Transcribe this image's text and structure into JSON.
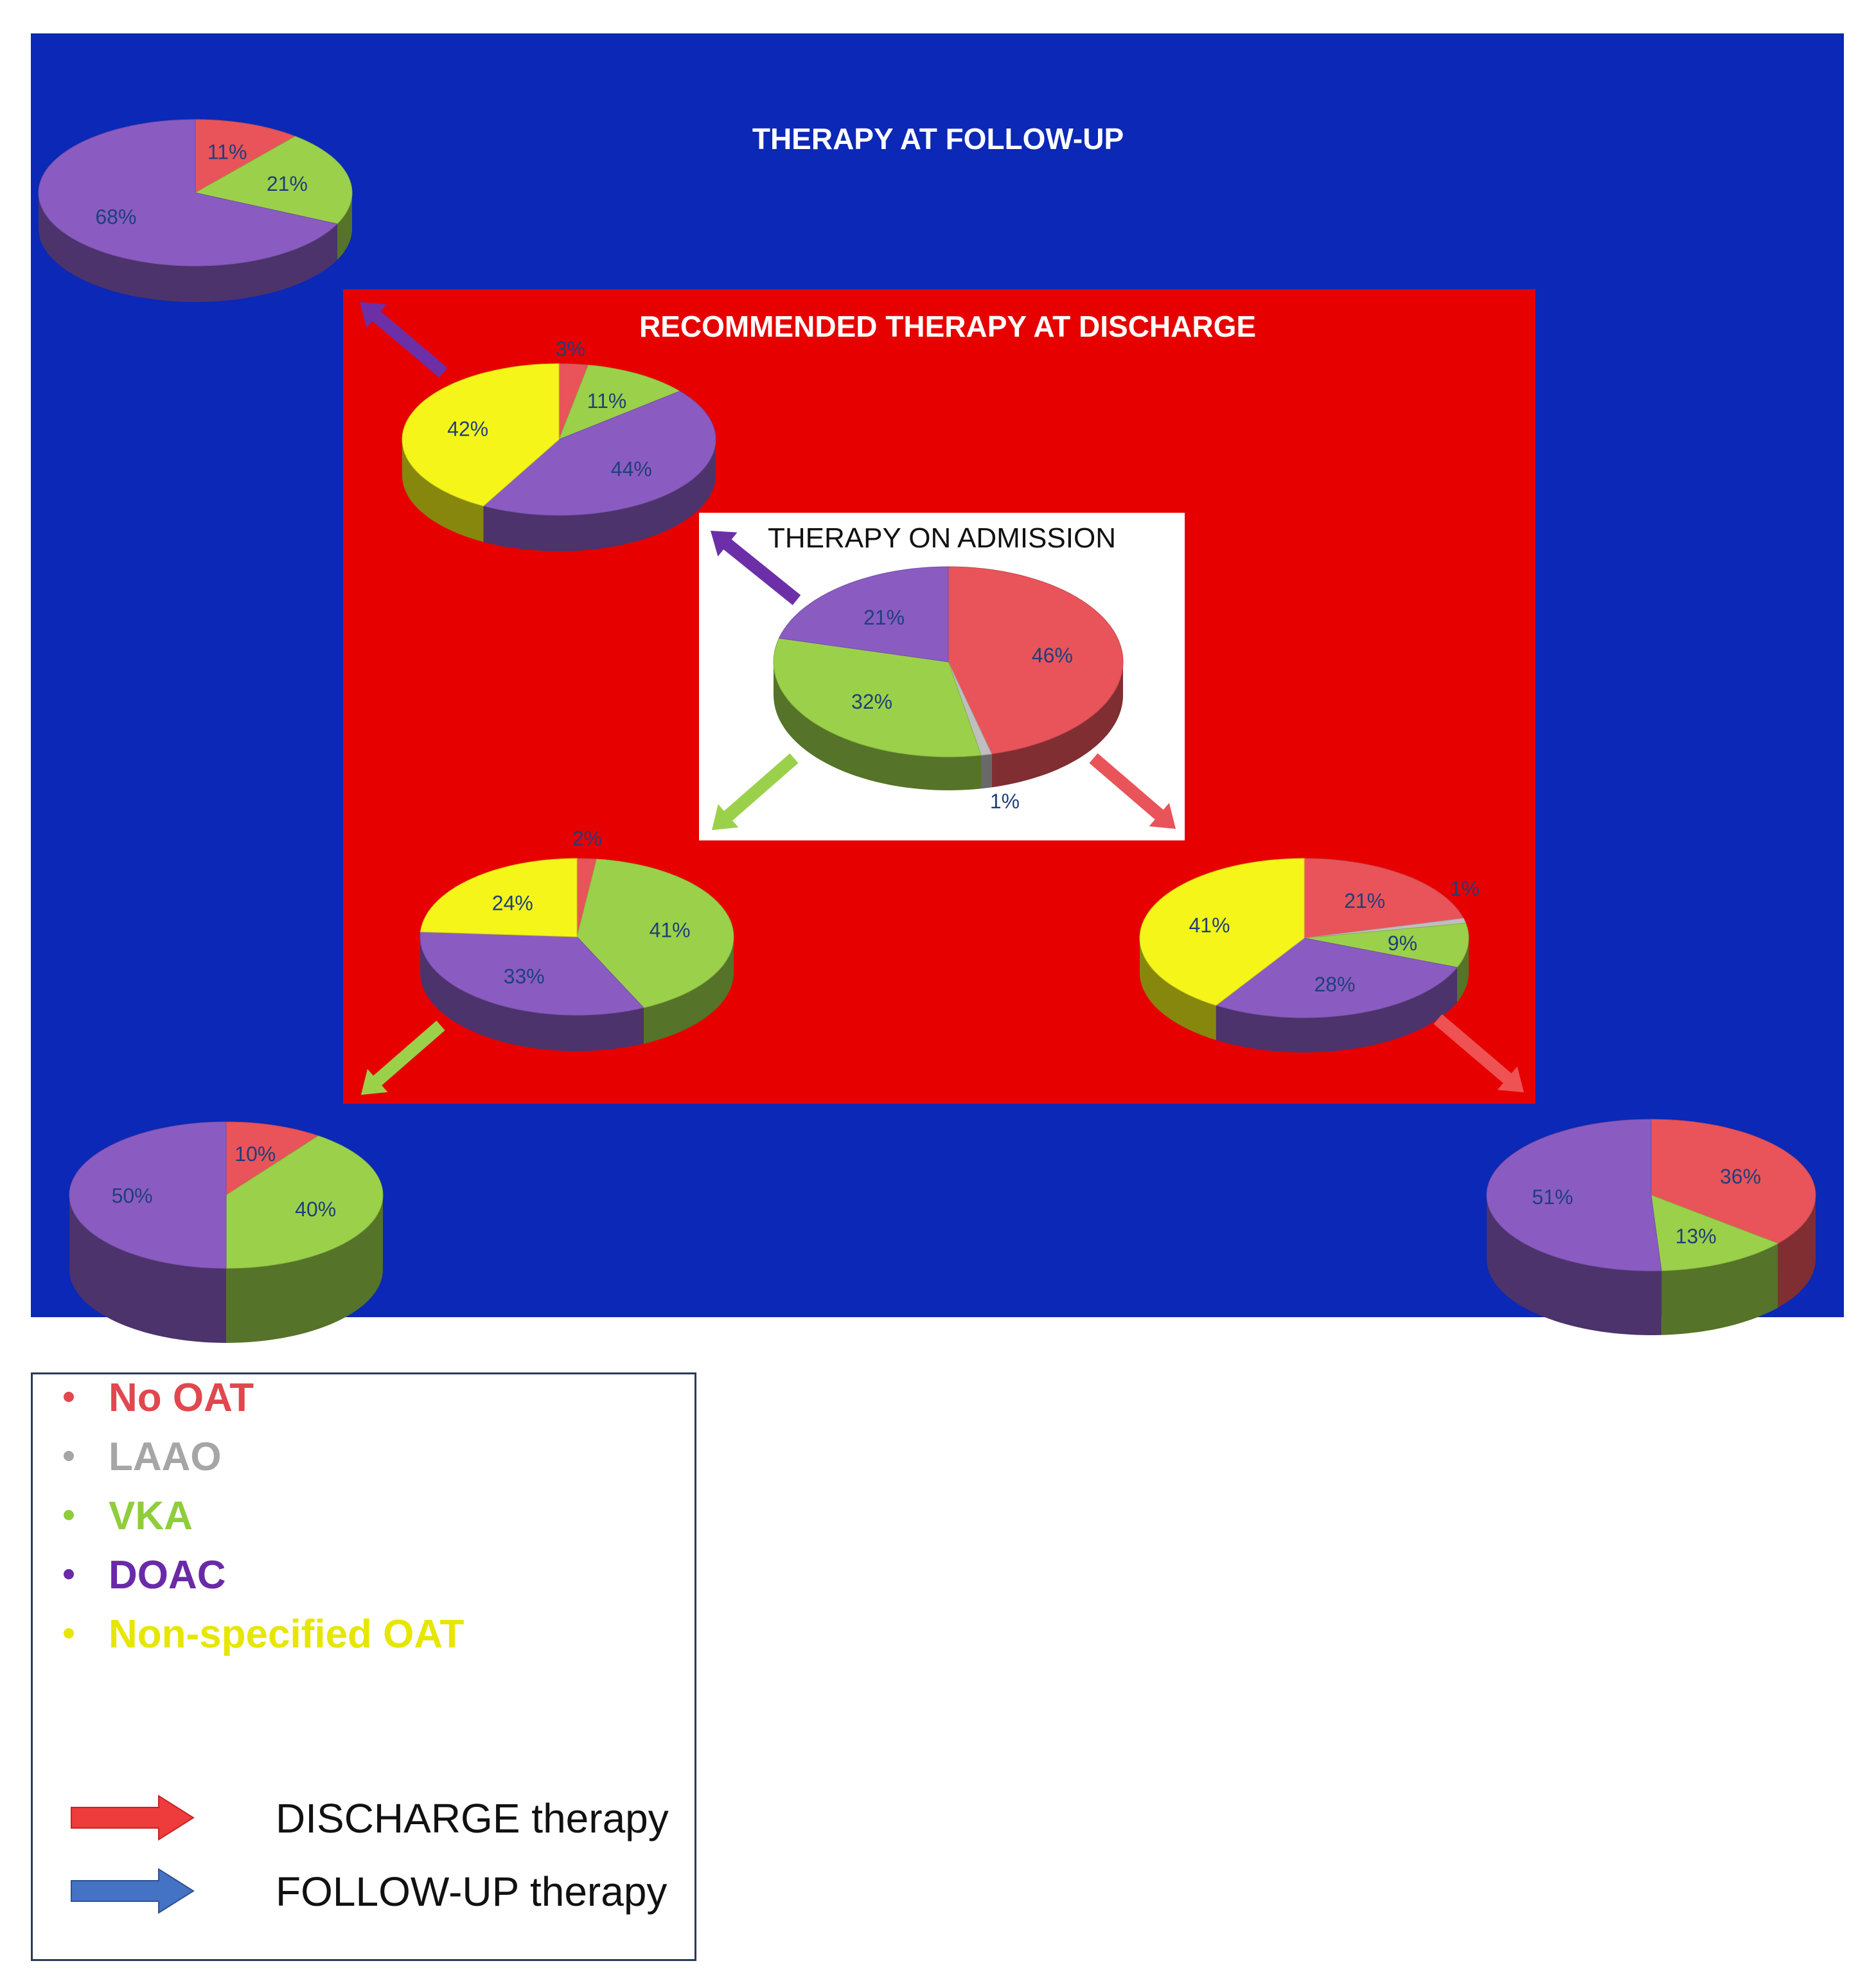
{
  "colors": {
    "page_bg": "#ffffff",
    "followup_panel": "#0b28b6",
    "discharge_panel": "#e60000",
    "admission_panel": "#ffffff",
    "no_oat": "#e8545a",
    "laao": "#bfbfbf",
    "vka": "#9bd14a",
    "doac": "#8a5cc2",
    "nonspecified": "#f5f51a",
    "label_text": "#1f3f7a",
    "arrow_discharge": "#ee3b3b",
    "arrow_followup": "#4472c4"
  },
  "titles": {
    "followup": "THERAPY AT FOLLOW-UP",
    "discharge": "RECOMMENDED THERAPY AT DISCHARGE",
    "admission": "THERAPY ON ADMISSION"
  },
  "legend": {
    "items": [
      {
        "label": "No OAT",
        "color": "#e0484e"
      },
      {
        "label": "LAAO",
        "color": "#a6a6a6"
      },
      {
        "label": "VKA",
        "color": "#8fcd3c"
      },
      {
        "label": "DOAC",
        "color": "#6a2aa8"
      },
      {
        "label": "Non-specified OAT",
        "color": "#e6e600"
      }
    ],
    "arrows": [
      {
        "label": "DISCHARGE therapy",
        "color": "#ee3b3b"
      },
      {
        "label": "FOLLOW-UP therapy",
        "color": "#4472c4"
      }
    ]
  },
  "chart_data": [
    {
      "type": "pie",
      "id": "admission",
      "title": "THERAPY ON ADMISSION",
      "slices": [
        {
          "category": "No OAT",
          "value": 46,
          "label": "46%"
        },
        {
          "category": "LAAO",
          "value": 1,
          "label": "1%"
        },
        {
          "category": "VKA",
          "value": 32,
          "label": "32%"
        },
        {
          "category": "DOAC",
          "value": 21,
          "label": "21%"
        }
      ]
    },
    {
      "type": "pie",
      "id": "discharge_doac",
      "slices": [
        {
          "category": "No OAT",
          "value": 3,
          "label": "3%"
        },
        {
          "category": "VKA",
          "value": 11,
          "label": "11%"
        },
        {
          "category": "DOAC",
          "value": 44,
          "label": "44%"
        },
        {
          "category": "Non-specified OAT",
          "value": 42,
          "label": "42%"
        }
      ]
    },
    {
      "type": "pie",
      "id": "discharge_vka",
      "slices": [
        {
          "category": "No OAT",
          "value": 2,
          "label": "2%"
        },
        {
          "category": "VKA",
          "value": 41,
          "label": "41%"
        },
        {
          "category": "DOAC",
          "value": 33,
          "label": "33%"
        },
        {
          "category": "Non-specified OAT",
          "value": 24,
          "label": "24%"
        }
      ]
    },
    {
      "type": "pie",
      "id": "discharge_no_oat",
      "slices": [
        {
          "category": "No OAT",
          "value": 21,
          "label": "21%"
        },
        {
          "category": "LAAO",
          "value": 1,
          "label": "1%"
        },
        {
          "category": "VKA",
          "value": 9,
          "label": "9%"
        },
        {
          "category": "DOAC",
          "value": 28,
          "label": "28%"
        },
        {
          "category": "Non-specified OAT",
          "value": 41,
          "label": "41%"
        }
      ]
    },
    {
      "type": "pie",
      "id": "followup_doac",
      "slices": [
        {
          "category": "No OAT",
          "value": 11,
          "label": "11%"
        },
        {
          "category": "VKA",
          "value": 21,
          "label": "21%"
        },
        {
          "category": "DOAC",
          "value": 68,
          "label": "68%"
        }
      ]
    },
    {
      "type": "pie",
      "id": "followup_vka",
      "slices": [
        {
          "category": "No OAT",
          "value": 10,
          "label": "10%"
        },
        {
          "category": "VKA",
          "value": 40,
          "label": "40%"
        },
        {
          "category": "DOAC",
          "value": 50,
          "label": "50%"
        }
      ]
    },
    {
      "type": "pie",
      "id": "followup_no_oat",
      "slices": [
        {
          "category": "No OAT",
          "value": 36,
          "label": "36%"
        },
        {
          "category": "VKA",
          "value": 13,
          "label": "13%"
        },
        {
          "category": "DOAC",
          "value": 51,
          "label": "51%"
        }
      ]
    }
  ]
}
